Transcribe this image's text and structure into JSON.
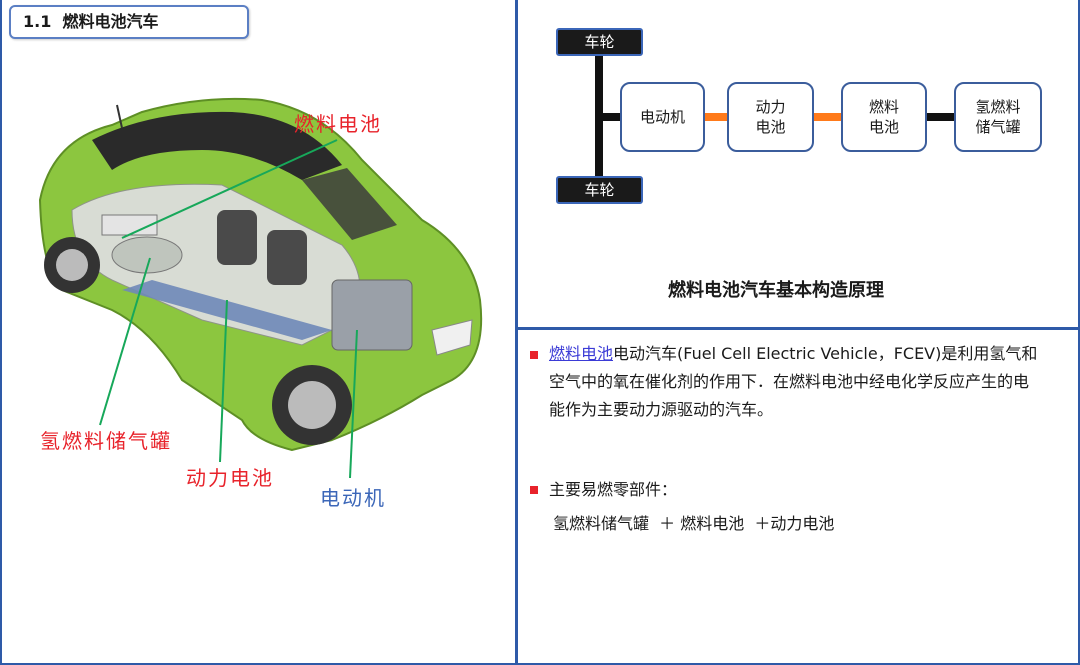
{
  "section": {
    "number": "1.1",
    "title": "燃料电池汽车"
  },
  "car_labels": {
    "fuel_cell": "燃料电池",
    "hydrogen_tank": "氢燃料储气罐",
    "power_battery": "动力电池",
    "motor": "电动机"
  },
  "diagram": {
    "wheel_top": "车轮",
    "wheel_bottom": "车轮",
    "motor": "电动机",
    "power_battery": "动力\n电池",
    "fuel_cell": "燃料\n电池",
    "hydrogen_tank": "氢燃料\n储气罐",
    "caption": "燃料电池汽车基本构造原理",
    "link_colors": [
      "#ff7a1a",
      "#ff7a1a",
      "#1a1a1a"
    ]
  },
  "description": {
    "link_text": "燃料电池",
    "line1_rest": "电动汽车(Fuel Cell Electric Vehicle，FCEV)是利用氢气和",
    "line2": "空气中的氧在催化剂的作用下．在燃料电池中经电化学反应产生的电",
    "line3": "能作为主要动力源驱动的汽车。"
  },
  "components": {
    "heading": "主要易燃零部件：",
    "items_line": "氢燃料储气罐  ＋ 燃料电池  ＋动力电池"
  },
  "colors": {
    "border": "#2e5aa8",
    "accent_red": "#e8232b",
    "car_green": "#8cc63f"
  }
}
